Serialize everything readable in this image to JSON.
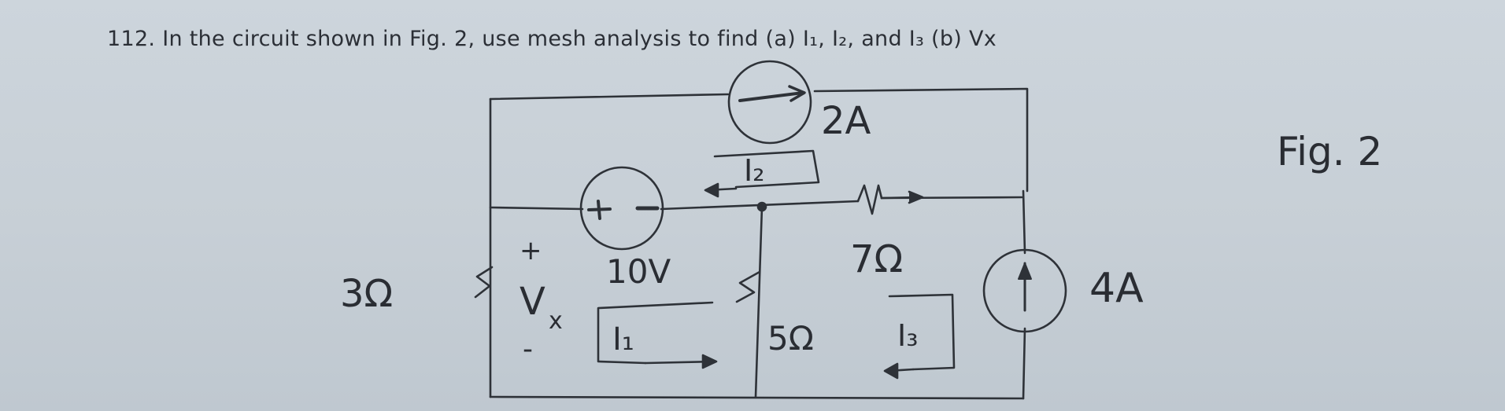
{
  "problem": {
    "text": "112. In the circuit shown in Fig. 2, use mesh analysis to find (a) I₁, I₂, and I₃ (b) Vx"
  },
  "figure": {
    "caption": "Fig. 2",
    "elements": {
      "r3": "3Ω",
      "vx_plus": "+",
      "vx_label": "V",
      "vx_sub": "x",
      "vx_minus": "-",
      "v10": "10V",
      "r5": "5Ω",
      "r7": "7Ω",
      "i2a": "2A",
      "i4a": "4A"
    },
    "meshes": {
      "i1": "I₁",
      "i2": "I₂",
      "i3": "I₃"
    }
  }
}
